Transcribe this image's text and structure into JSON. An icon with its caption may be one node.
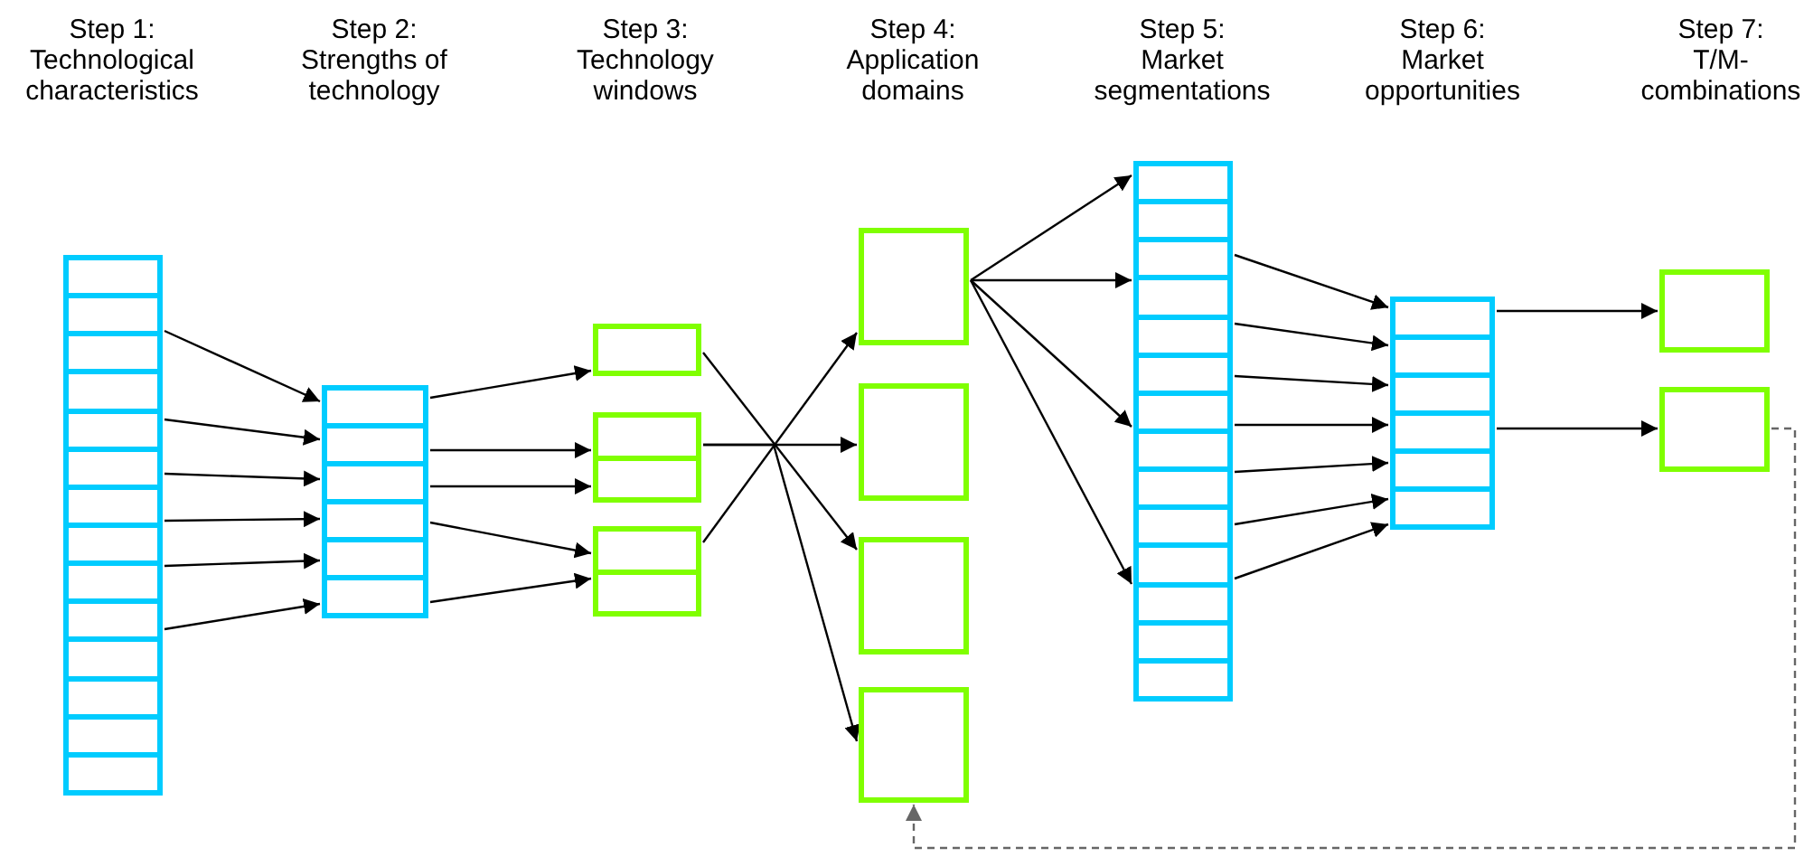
{
  "diagram": {
    "nodes": [
      {
        "text": [],
        "shape": "box"
      },
      {
        "text": [],
        "shape": "box"
      },
      {
        "text": [],
        "shape": "box"
      },
      {
        "text": [],
        "shape": "box"
      },
      {
        "text": [],
        "shape": "box"
      },
      {
        "text": [],
        "shape": "box"
      },
      {
        "text": [],
        "shape": "box"
      },
      {
        "text": [],
        "shape": "box"
      },
      {
        "text": [],
        "shape": "box"
      },
      {
        "text": [],
        "shape": "box"
      },
      {
        "text": [],
        "shape": "box"
      },
      {
        "text": [],
        "shape": "box"
      },
      {
        "text": [],
        "shape": "box"
      }
    ],
    "edges": [
      {
        "from": 0,
        "to": 1,
        "arrow": "to"
      },
      {
        "from": 0,
        "to": 1,
        "arrow": "to"
      },
      {
        "from": 0,
        "to": 1,
        "arrow": "to"
      },
      {
        "from": 0,
        "to": 1,
        "arrow": "to"
      },
      {
        "from": 0,
        "to": 1,
        "arrow": "to"
      },
      {
        "from": 0,
        "to": 1,
        "arrow": "to"
      },
      {
        "from": 1,
        "to": 2,
        "arrow": "to"
      },
      {
        "from": 1,
        "to": 3,
        "arrow": "to"
      },
      {
        "from": 1,
        "to": 3,
        "arrow": "to"
      },
      {
        "from": 1,
        "to": 4,
        "arrow": "to"
      },
      {
        "from": 1,
        "to": 4,
        "arrow": "to"
      },
      {
        "from": 2,
        "to": 7,
        "arrow": "to"
      },
      {
        "from": 3,
        "to": 6,
        "arrow": "to"
      },
      {
        "from": 3,
        "to": 8,
        "arrow": "to"
      },
      {
        "from": 4,
        "to": 5,
        "arrow": "to"
      },
      {
        "from": 5,
        "to": 9,
        "arrow": "to"
      },
      {
        "from": 5,
        "to": 9,
        "arrow": "to"
      },
      {
        "from": 5,
        "to": 9,
        "arrow": "to"
      },
      {
        "from": 5,
        "to": 9,
        "arrow": "to"
      },
      {
        "from": 9,
        "to": 10,
        "arrow": "to"
      },
      {
        "from": 9,
        "to": 10,
        "arrow": "to"
      },
      {
        "from": 9,
        "to": 10,
        "arrow": "to"
      },
      {
        "from": 9,
        "to": 10,
        "arrow": "to"
      },
      {
        "from": 9,
        "to": 10,
        "arrow": "to"
      },
      {
        "from": 9,
        "to": 10,
        "arrow": "to"
      },
      {
        "from": 9,
        "to": 10,
        "arrow": "to"
      },
      {
        "from": 10,
        "to": 11,
        "arrow": "to"
      },
      {
        "from": 10,
        "to": 12,
        "arrow": "to"
      },
      {
        "from": 12,
        "to": 8,
        "arrow": "to",
        "style": "dashed",
        "color": "#666666"
      }
    ],
    "labels": [
      "Step 1:",
      "Technological characteristics",
      "Step 2:",
      "Strengths of technology",
      "Step 3:",
      "Technology windows",
      "Step 4:",
      "Application domains",
      "Step 5:",
      "Market segmentations",
      "Step 6:",
      "Market opportunities",
      "Step 7:",
      "T/M-combinations"
    ]
  }
}
